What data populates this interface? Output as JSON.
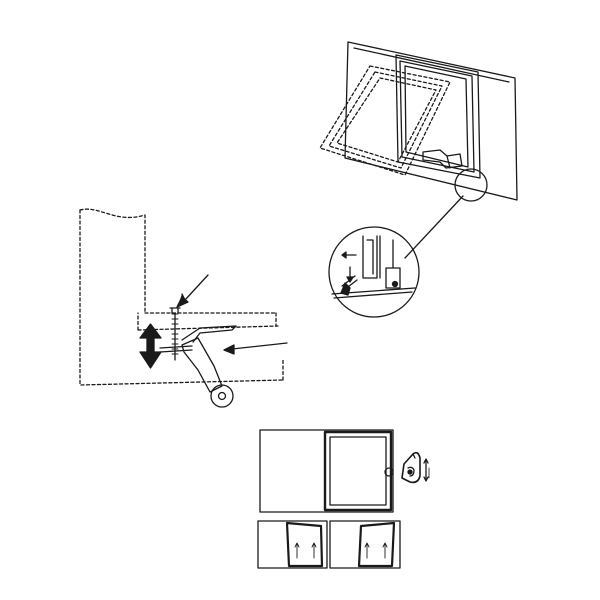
{
  "page": {
    "background": "#ffffff",
    "line_color": "#1a1a1a",
    "accent_color": "#000000"
  },
  "figures": [
    {
      "id": "window-sliding-panel",
      "description_icon": "sliding-window-icon"
    },
    {
      "id": "wheel-adjustment",
      "description_icon": "adjust-arrow-icon"
    },
    {
      "id": "latch-detail",
      "description_icon": "latch-icon"
    },
    {
      "id": "panel-orientation",
      "description_icon": "panel-arrows-icon"
    }
  ]
}
